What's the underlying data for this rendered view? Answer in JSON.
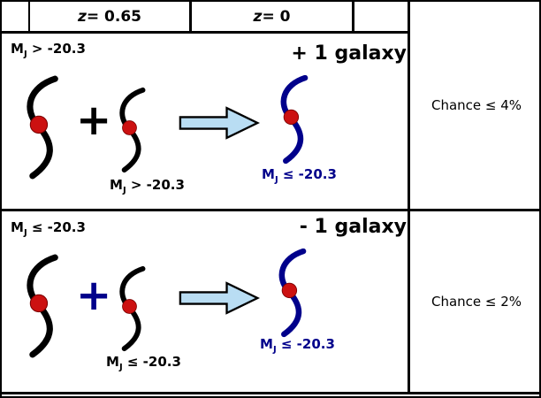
{
  "colors": {
    "galaxy_past": "#000000",
    "galaxy_present": "#00008B",
    "bulge_red": "#cc1111",
    "arrow_fill": "#b9ddf3",
    "border": "#000000"
  },
  "header": {
    "col_past": {
      "var": "z",
      "eq": " = 0.65"
    },
    "col_present": {
      "var": "z",
      "eq": " = 0"
    }
  },
  "rows": [
    {
      "input1_label": {
        "m": "M",
        "sub": "J",
        "rest": " > -20.3"
      },
      "input2_label": {
        "m": "M",
        "sub": "J",
        "rest": " > -20.3"
      },
      "plus": "+",
      "result_title": "+ 1 galaxy",
      "result_label": {
        "m": "M",
        "sub": "J",
        "rest": " ≤ -20.3"
      },
      "chance": "Chance  ≤ 4%"
    },
    {
      "input1_label": {
        "m": "M",
        "sub": "J",
        "rest": " ≤ -20.3"
      },
      "input2_label": {
        "m": "M",
        "sub": "J",
        "rest": " ≤ -20.3"
      },
      "plus": "+",
      "result_title": "- 1 galaxy",
      "result_label": {
        "m": "M",
        "sub": "J",
        "rest": " ≤ -20.3"
      },
      "chance": "Chance  ≤ 2%"
    }
  ]
}
